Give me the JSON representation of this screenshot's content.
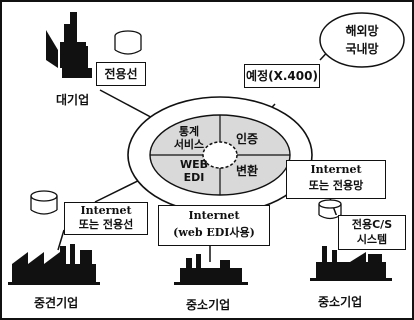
{
  "figure": {
    "large_company": {
      "box": "전용선",
      "caption": "대기업"
    },
    "overseas_cloud": {
      "line1": "해외망",
      "line2": "국내망"
    },
    "reservation": "예정(X.400)",
    "hub": {
      "service": {
        "line1": "통계",
        "line2": "서비스"
      },
      "auth": "인증",
      "webedi": {
        "line1": "WEB",
        "line2": "EDI"
      },
      "convert": "변환"
    },
    "internet_or_private_right": {
      "line1": "Internet",
      "line2": "또는 전용망"
    },
    "internet_or_private_left": {
      "line1": "Internet",
      "line2": "또는 전용선"
    },
    "internet_web_edi": {
      "line1": "Internet",
      "line2": "(web EDI사용)"
    },
    "dedicated_cs": {
      "line1": "전용C/S",
      "line2": "시스템"
    },
    "captions": {
      "midsize_company": "중견기업",
      "small_company_1": "중소기업",
      "small_company_2": "중소기업"
    }
  }
}
